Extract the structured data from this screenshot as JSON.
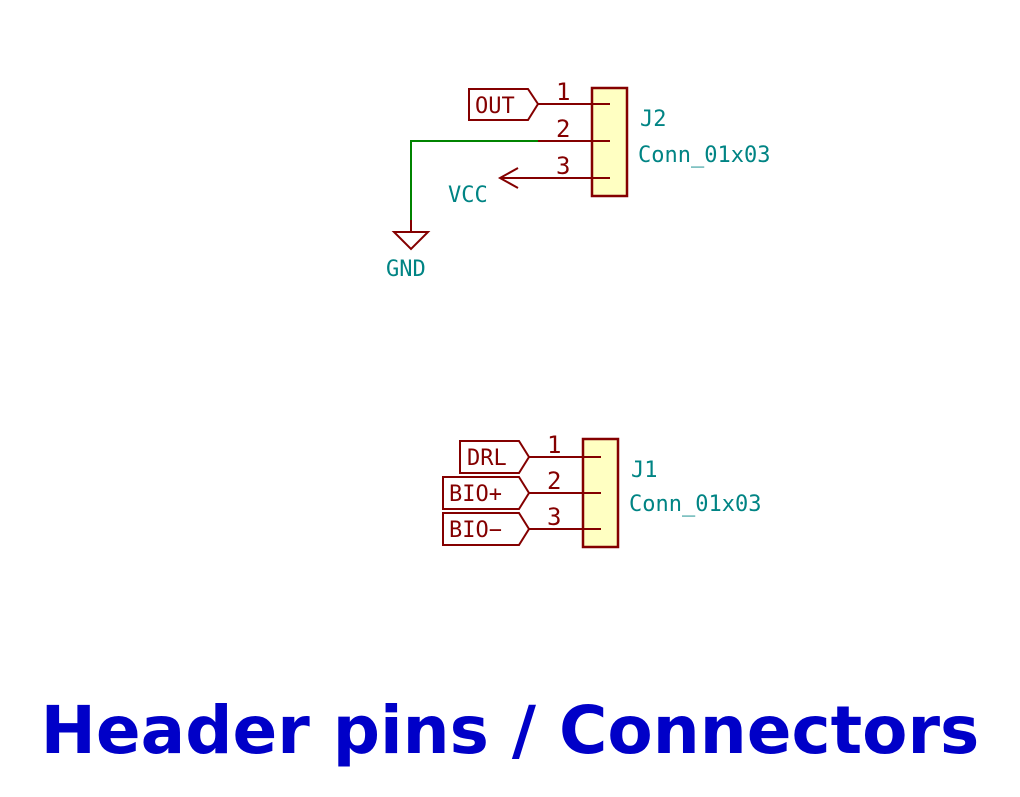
{
  "title": "Header pins / Connectors",
  "colors": {
    "component": "#840000",
    "component_fill": "#ffffc2",
    "wire": "#008400",
    "reference_text": "#008484",
    "title": "#0000c8",
    "background": "#ffffff"
  },
  "connectors": [
    {
      "reference": "J2",
      "value": "Conn_01x03",
      "pins": [
        {
          "number": "1",
          "net": "OUT",
          "connection": "global-label"
        },
        {
          "number": "2",
          "net": "GND",
          "connection": "power-ground"
        },
        {
          "number": "3",
          "net": "VCC",
          "connection": "power-arrow"
        }
      ]
    },
    {
      "reference": "J1",
      "value": "Conn_01x03",
      "pins": [
        {
          "number": "1",
          "net": "DRL",
          "connection": "global-label"
        },
        {
          "number": "2",
          "net": "BIO+",
          "connection": "global-label"
        },
        {
          "number": "3",
          "net": "BIO−",
          "connection": "global-label"
        }
      ]
    }
  ]
}
